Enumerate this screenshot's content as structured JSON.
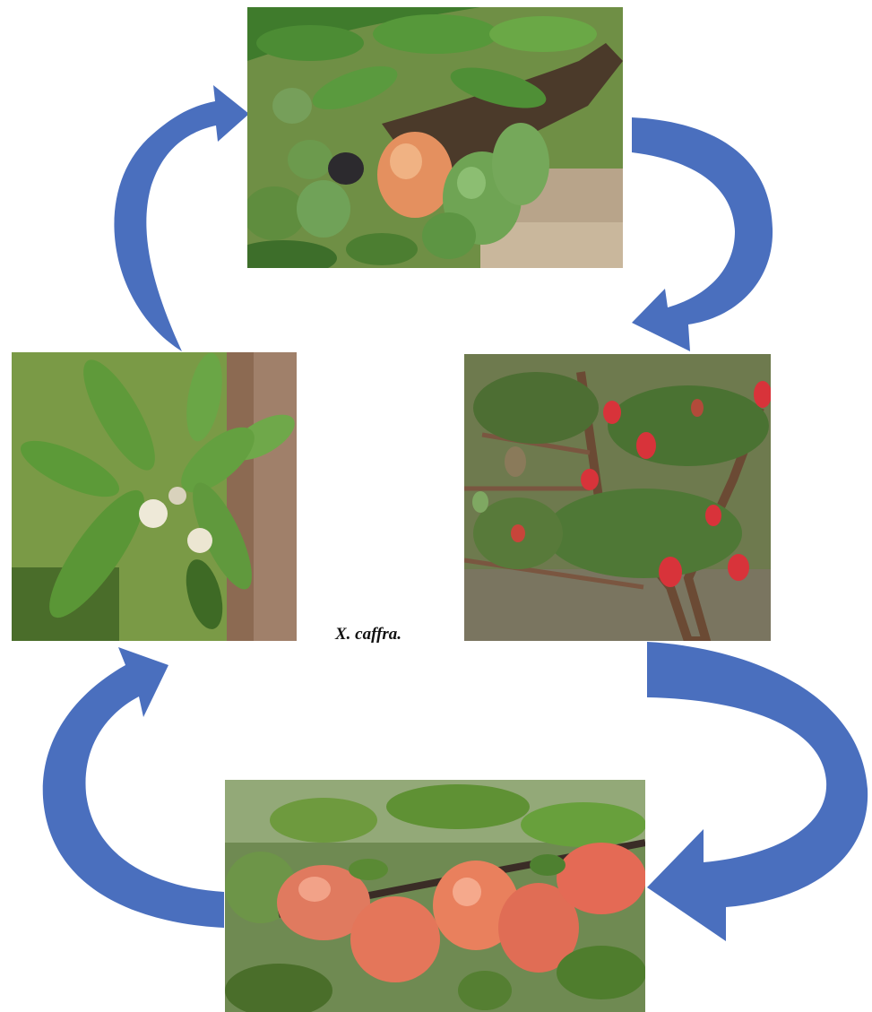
{
  "figure": {
    "caption": "X. caffra.",
    "stages": [
      {
        "id": "top",
        "icon": "green-and-ripening-fruit-photo"
      },
      {
        "id": "right",
        "icon": "shrub-with-red-fruit-photo"
      },
      {
        "id": "bottom",
        "icon": "ripe-orange-fruit-photo"
      },
      {
        "id": "left",
        "icon": "leaves-and-flowers-photo"
      }
    ],
    "colors": {
      "arrow": "#4a6fbe",
      "arrow_dark": "#3d5ea6",
      "leaf": "#5f9a3a",
      "ripe_fruit": "#e07a5f",
      "red_fruit": "#d8333a",
      "green_fruit": "#7fa862"
    }
  }
}
